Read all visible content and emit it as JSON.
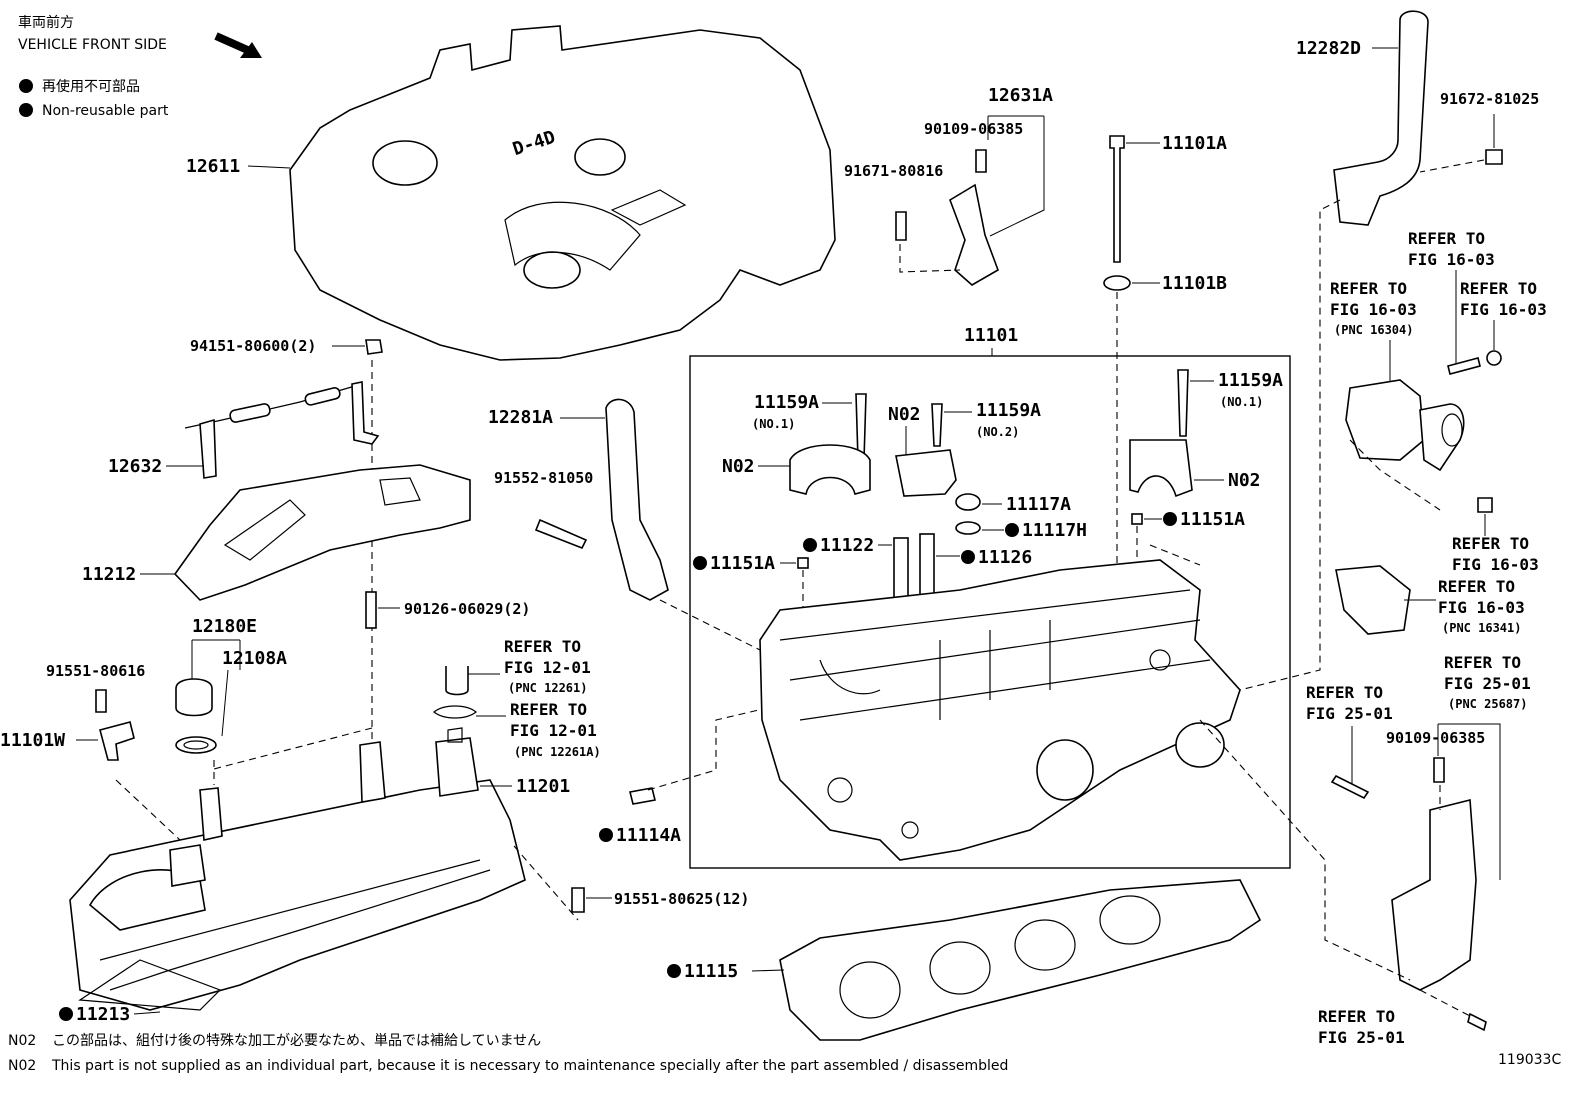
{
  "header": {
    "direction_jp": "車両前方",
    "direction_en": "VEHICLE FRONT SIDE",
    "legend_jp": "再使用不可部品",
    "legend_en": "Non-reusable part"
  },
  "cover_logo": "D-4D",
  "parts": {
    "p12611": "12611",
    "p94151": "94151-80600(2)",
    "p12632": "12632",
    "p11212": "11212",
    "p90126": "90126-06029(2)",
    "p12180E": "12180E",
    "p12108A": "12108A",
    "p91551_80616": "91551-80616",
    "p11101W": "11101W",
    "p11201": "11201",
    "p91551_80625": "91551-80625(12)",
    "p11213": "11213",
    "p12631A": "12631A",
    "p90109_a": "90109-06385",
    "p91671": "91671-80816",
    "p11101A": "11101A",
    "p11101B": "11101B",
    "p11101": "11101",
    "p12281A": "12281A",
    "p91552": "91552-81050",
    "p11151A_l": "11151A",
    "p11114A": "11114A",
    "p11159A_1": "11159A",
    "p11159A_1n": "(NO.1)",
    "pN02_a": "N02",
    "pN02_b": "N02",
    "p11159A_2": "11159A",
    "p11159A_2n": "(NO.2)",
    "p11159A_3": "11159A",
    "p11159A_3n": "(NO.1)",
    "pN02_c": "N02",
    "p11117A": "11117A",
    "p11117H": "11117H",
    "p11122": "11122",
    "p11126": "11126",
    "p11151A_r": "11151A",
    "p11115": "11115",
    "p12282D": "12282D",
    "p91672": "91672-81025",
    "p90109_b": "90109-06385"
  },
  "refs": {
    "r1_a": "REFER TO",
    "r1_b": "FIG 12-01",
    "r1_c": "(PNC 12261)",
    "r2_a": "REFER TO",
    "r2_b": "FIG 12-01",
    "r2_c": "(PNC 12261A)",
    "r3_a": "REFER TO",
    "r3_b": "FIG 16-03",
    "r4_a": "REFER TO",
    "r4_b": "FIG 16-03",
    "r4_c": "(PNC 16304)",
    "r5_a": "REFER TO",
    "r5_b": "FIG 16-03",
    "r6_a": "REFER TO",
    "r6_b": "FIG 16-03",
    "r7_a": "REFER TO",
    "r7_b": "FIG 16-03",
    "r7_c": "(PNC 16341)",
    "r8_a": "REFER TO",
    "r8_b": "FIG 25-01",
    "r8_c": "(PNC 25687)",
    "r9_a": "REFER TO",
    "r9_b": "FIG 25-01",
    "r10_a": "REFER TO",
    "r10_b": "FIG 25-01"
  },
  "notes": {
    "n1_code": "N02",
    "n1_text": "この部品は、組付け後の特殊な加工が必要なため、単品では補給していません",
    "n2_code": "N02",
    "n2_text": "This part is not supplied as an individual part, because it is necessary to maintenance specially after the part assembled / disassembled"
  },
  "figure_code": "119033C"
}
